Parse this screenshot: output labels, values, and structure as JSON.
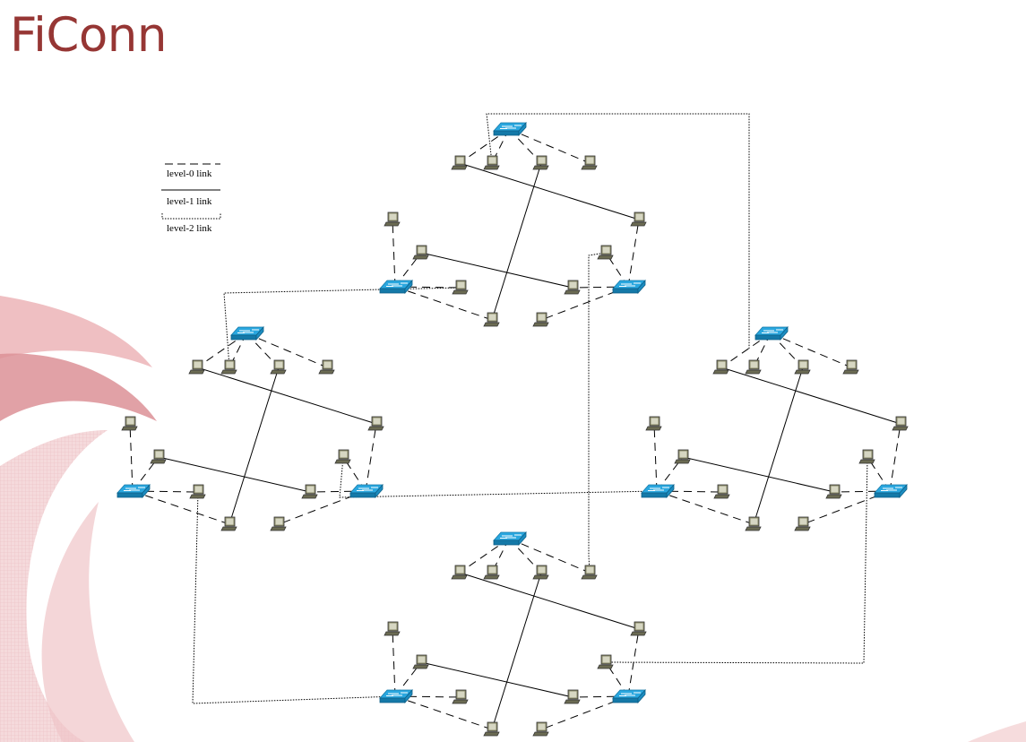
{
  "slide": {
    "title": "FiConn",
    "title_color": "#963634"
  },
  "legend": {
    "level0": "level-0 link",
    "level1": "level-1 link",
    "level2": "level-2 link"
  },
  "colors": {
    "switch": "#2aa7df",
    "switch_dark": "#1479a8",
    "server": "#6b6b53",
    "line": "#000000",
    "swoosh": "#d9868c"
  },
  "icons": {
    "switch": "network-switch-icon",
    "server": "computer-icon"
  }
}
